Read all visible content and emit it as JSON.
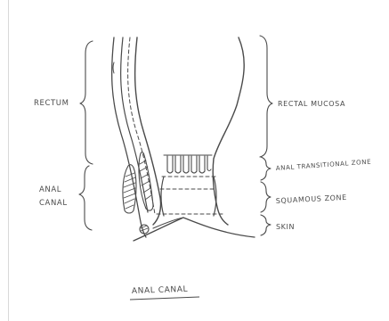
{
  "diagram": {
    "title": "ANAL CANAL",
    "labels": {
      "rectum": "RECTUM",
      "anal_canal_line1": "ANAL",
      "anal_canal_line2": "CANAL",
      "rectal_mucosa": "RECTAL MUCOSA",
      "anal_transitional_zone": "ANAL TRANSITIONAL ZONE",
      "squamous_zone": "SQUAMOUS ZONE",
      "skin": "SKIN"
    },
    "colors": {
      "ink": "#4a4a4a",
      "paper": "#ffffff",
      "paper_edge": "#d9d9d9"
    }
  }
}
